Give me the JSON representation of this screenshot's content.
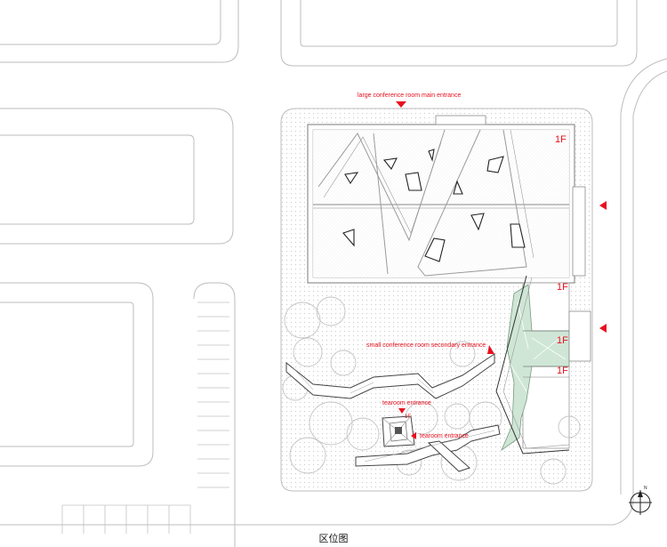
{
  "labels": {
    "large_main_entrance": "large conference room main entrance",
    "small_secondary_entrance": "small conference room secondary entrance",
    "tearoom_entrance_a": "tearoom  entrance",
    "tearoom_entrance_b": "tearoom  entrance"
  },
  "floor_marks": {
    "top_right": "1F",
    "side_upper": "1F",
    "side_middle": "1F",
    "side_lower": "1F",
    "tearoom": "1F"
  },
  "compass_mark": "N",
  "caption": "区位图",
  "colors": {
    "accent_red": "#e8101e",
    "line": "#8a8a8a",
    "dark_line": "#333333",
    "green_fill": "#cfe6d6",
    "dot_fill": "#e9e9e9"
  }
}
